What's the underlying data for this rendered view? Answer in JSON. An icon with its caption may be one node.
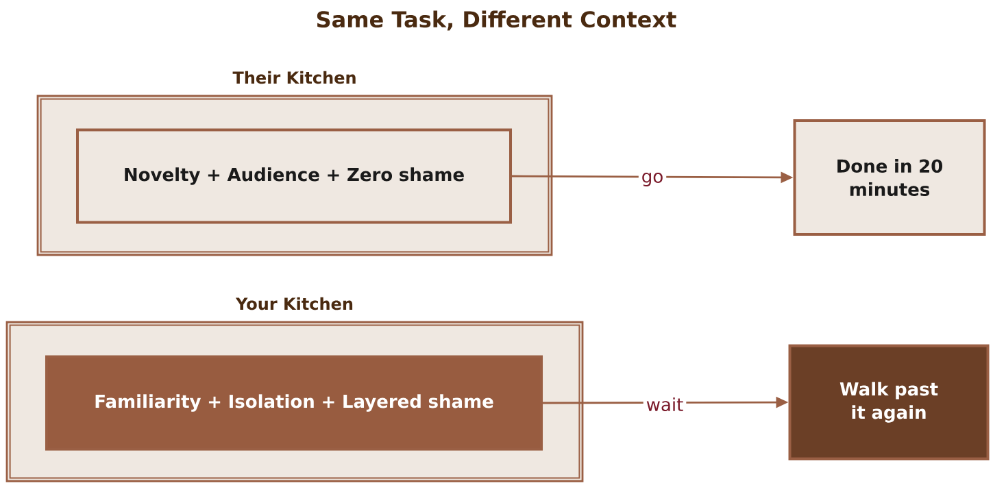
{
  "diagram": {
    "title": "Same Task, Different Context",
    "nodes": [
      {
        "text": [
          "Their Kitchen"
        ]
      },
      {
        "text": [
          "Novelty + Audience + Zero shame"
        ],
        "in": 0
      },
      {
        "text": [
          "Done in 20 minutes"
        ]
      },
      {
        "text": [
          "Your Kitchen"
        ]
      },
      {
        "text": [
          "Familiarity + Isolation + Layered shame"
        ],
        "in": 3
      },
      {
        "text": [
          "Walk past it again"
        ]
      }
    ],
    "edges": [
      {
        "from": 1,
        "to": 2,
        "arrow": "to",
        "label": "go"
      },
      {
        "from": 4,
        "to": 5,
        "arrow": "to",
        "label": "wait"
      }
    ]
  }
}
